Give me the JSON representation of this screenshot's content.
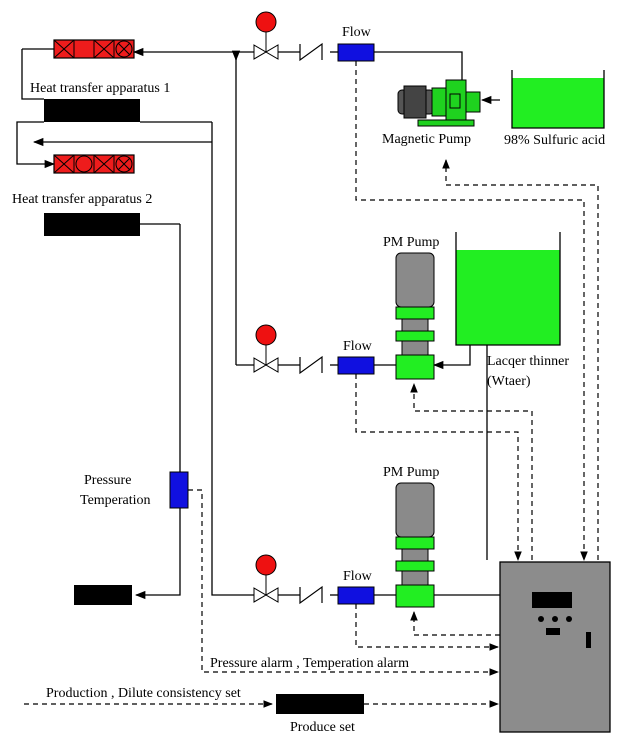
{
  "labels": {
    "heat_transfer_1": "Heat transfer apparatus 1",
    "heat_transfer_2": "Heat transfer apparatus 2",
    "flow_top": "Flow",
    "flow_mid": "Flow",
    "flow_bottom": "Flow",
    "magnetic_pump": "Magnetic Pump",
    "sulfuric_acid": "98% Sulfuric acid",
    "pm_pump_mid": "PM Pump",
    "pm_pump_bottom": "PM Pump",
    "lacquer_thinner_line1": "Lacqer thinner",
    "lacquer_thinner_line2": "(Wtaer)",
    "pressure_line1": "Pressure",
    "pressure_line2": "Temperation",
    "alarm": "Pressure alarm , Temperation alarm",
    "production": "Production , Dilute consistency set",
    "produce_set": "Produce set"
  },
  "colors": {
    "flow_meter": "#1010e0",
    "tank_liquid": "#22ee22",
    "heater_red": "#ee1c1c",
    "gauge_red": "#ee1111",
    "pump_gray": "#8a8a8a",
    "pump_green": "#22ee22",
    "panel_gray": "#8c8c8c",
    "block_black": "#000000"
  },
  "icons": [
    "heater-element-icon",
    "pressure-gauge-icon",
    "valve-icon",
    "check-valve-icon",
    "flow-meter-icon",
    "magnetic-pump-icon",
    "pm-pump-icon",
    "tank-icon",
    "control-panel-icon",
    "pressure-temperature-sensor-icon"
  ]
}
